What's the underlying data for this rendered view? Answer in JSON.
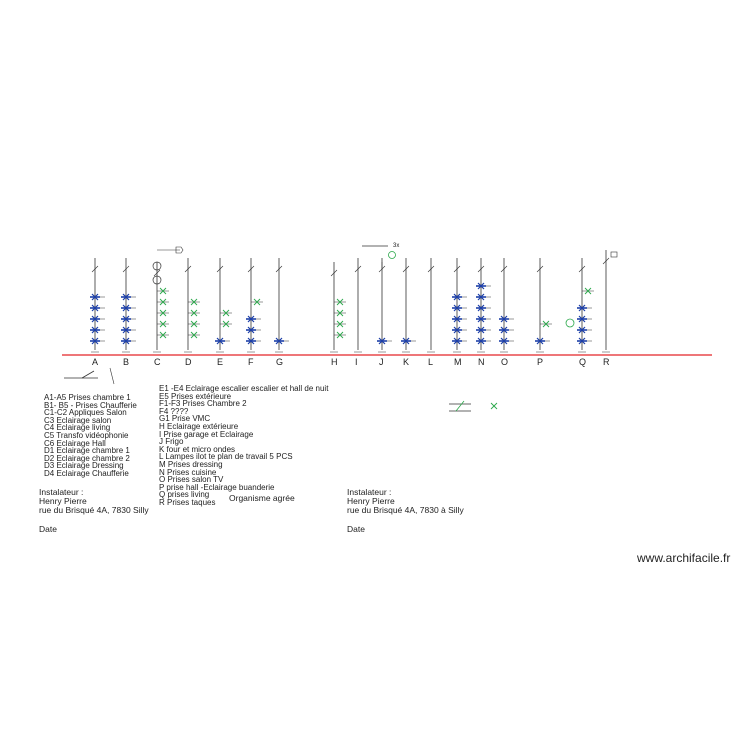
{
  "circuits": [
    "A",
    "B",
    "C",
    "D",
    "E",
    "F",
    "G",
    "H",
    "I",
    "J",
    "K",
    "L",
    "M",
    "N",
    "O",
    "P",
    "Q",
    "R"
  ],
  "legend_left": [
    "A1-A5 Prises chambre 1",
    "B1- B5 - Prises Chaufferie",
    "C1-C2 Appliques Salon",
    "C3 Eclairage salon",
    "C4 Eclairage living",
    "C5 Transfo vidéophonie",
    "C6 Eclairage Hall",
    "D1 Eclairage chambre 1",
    "D2 Eclairage chambre 2",
    "D3 Eclairage Dressing",
    "D4 Eclairage Chaufferie"
  ],
  "legend_right": [
    "E1 -E4 Eclairage escalier escalier et hall de nuit",
    "E5 Prises extérieure",
    "F1-F3 Prises Chambre 2",
    "F4 ????",
    "G1 Prise VMC",
    "H Eclairage extérieure",
    "I Prise garage et Eclairage",
    "J Frigo",
    "K four et micro ondes",
    "L Lampes ilot te plan de travail 5 PCS",
    "M Prises dressing",
    "N Prises cuisine",
    "O Prises salon TV",
    "P prise hall -Eclairage buanderie",
    "Q prises living",
    "R Prises taques"
  ],
  "installer_left": {
    "heading": "Instalateur :",
    "name": "Henry Pierre",
    "address": "rue du Brisqué 4A, 7830 Silly",
    "date": "Date"
  },
  "organisme": "Organisme agrée",
  "installer_right": {
    "heading": "Instalateur :",
    "name": "Henry Pierre",
    "address": "rue du Brisqué 4A, 7830 à Silly",
    "date": "Date"
  },
  "branding": "www.archifacile.fr",
  "multiplier_label": "3x",
  "colors": {
    "bus": "#e8484c",
    "line": "#333333",
    "outlet": "#1d3fa8",
    "light": "#2aa84a",
    "text": "#222222"
  }
}
